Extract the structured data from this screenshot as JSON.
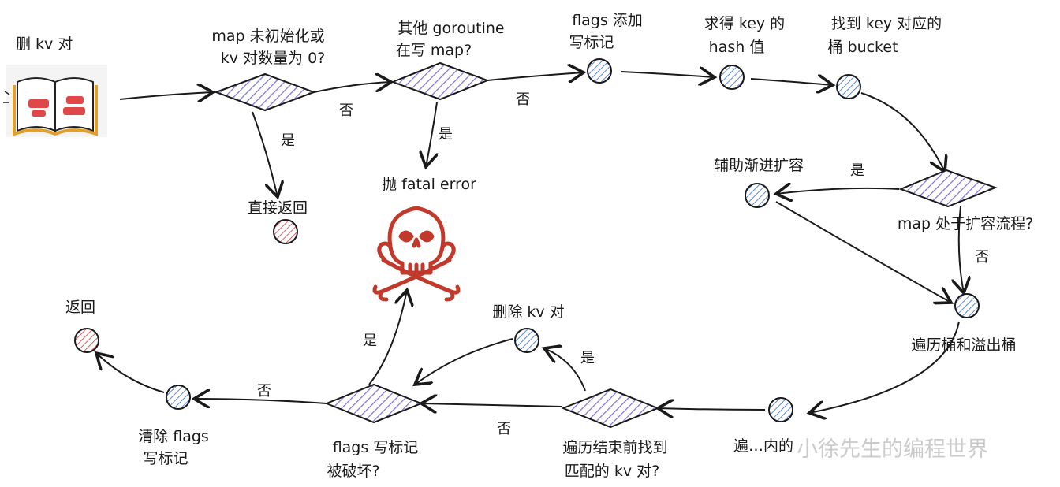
{
  "start": {
    "label": "删 kv 对",
    "icon": "book-icon"
  },
  "nodes": {
    "map_uninit": {
      "line1": "map 未初始化或",
      "line2": "kv 对数量为 0?"
    },
    "other_goroutine": {
      "line1": "其他 goroutine",
      "line2": "在写 map?"
    },
    "flags_add": {
      "line1": "flags 添加",
      "line2": "写标记"
    },
    "hash": {
      "line1": "求得 key 的",
      "line2": "hash 值"
    },
    "bucket": {
      "line1": "找到 key 对应的",
      "line2": "桶 bucket"
    },
    "direct_return": {
      "label": "直接返回"
    },
    "fatal": {
      "label": "抛 fatal error",
      "icon": "skull-crossbones-icon"
    },
    "assist_grow": {
      "label": "辅助渐进扩容"
    },
    "growing": {
      "label": "map 处于扩容流程?"
    },
    "traverse": {
      "label": "遍历桶和溢出桶"
    },
    "delete_kv": {
      "label": "删除 kv 对"
    },
    "return": {
      "label": "返回"
    },
    "clear_flags": {
      "line1": "清除 flags",
      "line2": "写标记"
    },
    "flags_broken": {
      "line1": "flags 写标记",
      "line2": "被破坏?"
    },
    "found_match": {
      "line1": "遍历结束前找到",
      "line2": "匹配的 kv 对?"
    },
    "bucket_inner": {
      "label": "遍…内的"
    }
  },
  "edges": {
    "yes": "是",
    "no": "否"
  },
  "watermark": "小徐先生的编程世界",
  "colors": {
    "blue": "#6b8fd6",
    "red": "#d05050",
    "purple": "#6a5acd",
    "skull": "#c0392b"
  }
}
